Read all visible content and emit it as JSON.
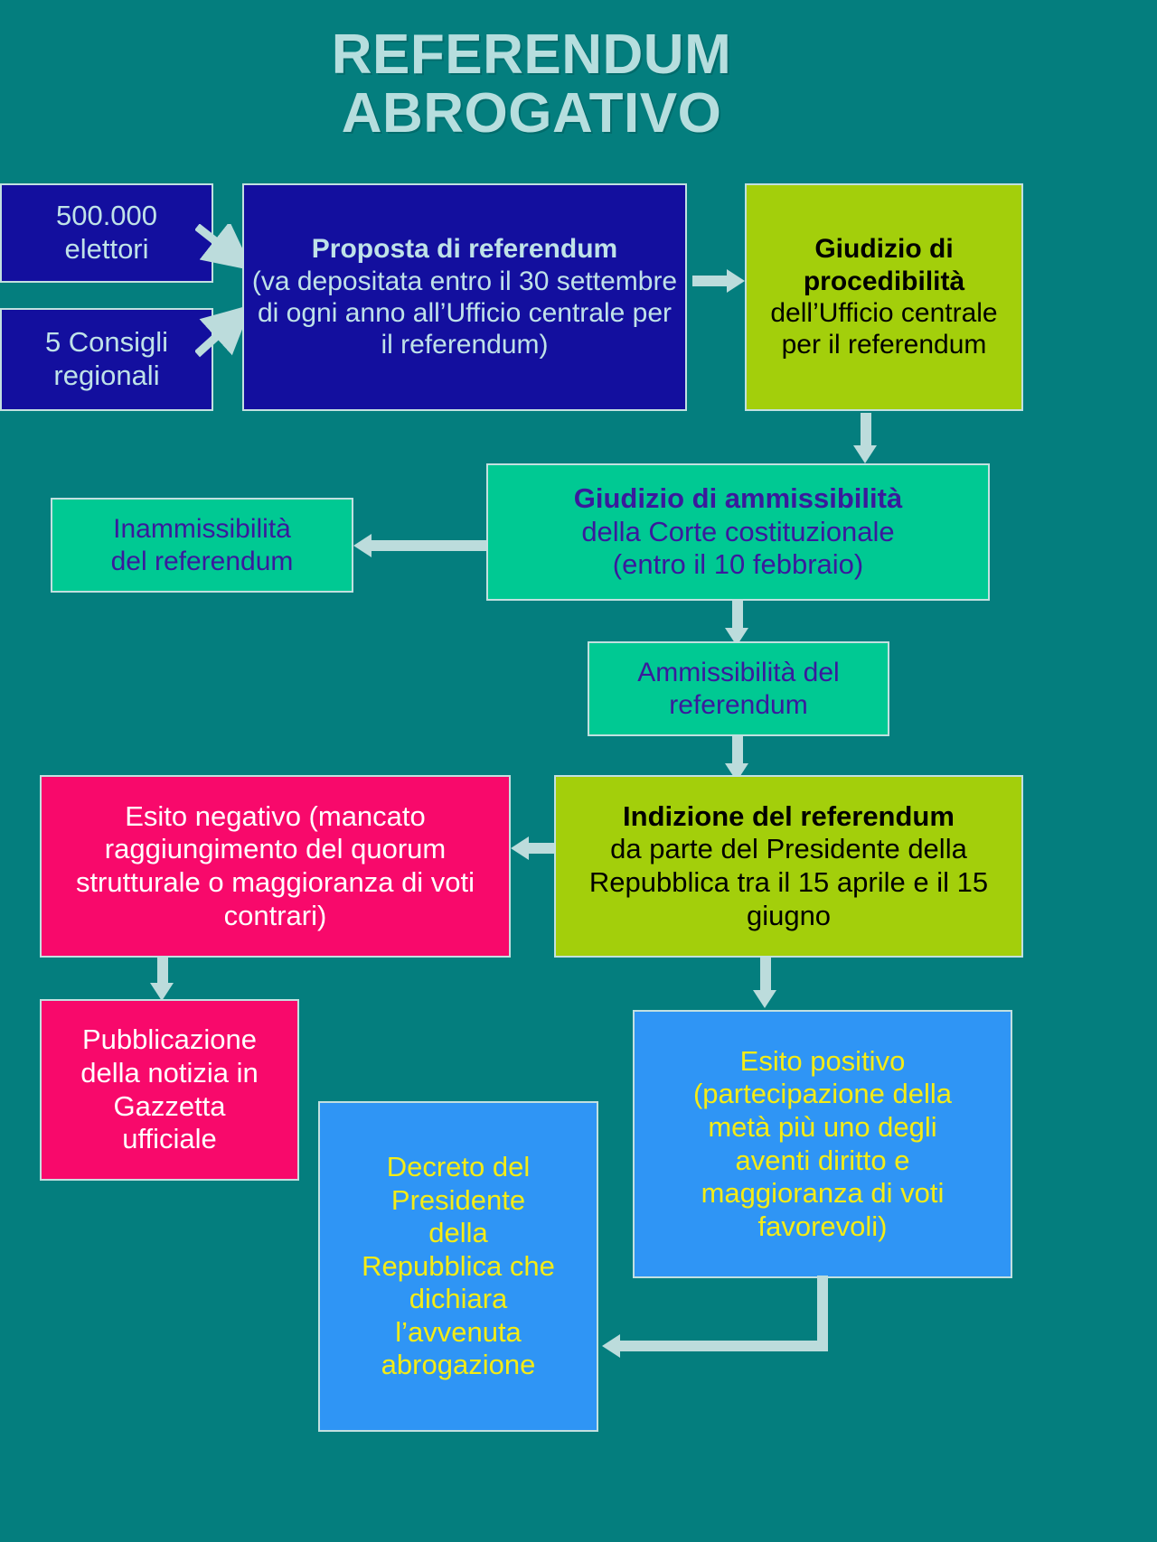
{
  "title": {
    "line1": "REFERENDUM",
    "line2": "ABROGATIVO"
  },
  "colors": {
    "background": "#047e7e",
    "title_text": "#b6dede",
    "navy_box": "#130f9e",
    "navy_text": "#bfe2e8",
    "lime_box": "#a3cf0b",
    "lime_text": "#000000",
    "spring_box": "#00c993",
    "spring_text": "#3a1a9c",
    "pink_box": "#f8096b",
    "pink_text": "#ffffff",
    "blue_box": "#2f95f5",
    "blue_text": "#f5ec15",
    "arrow": "#bcdcdc",
    "border": "#c2e0e0"
  },
  "nodes": {
    "electors": {
      "line1": "500.000",
      "line2": "elettori"
    },
    "regional_councils": {
      "line1": "5 Consigli",
      "line2": "regionali"
    },
    "proposal": {
      "heading": "Proposta di referendum",
      "body": "(va depositata  entro il 30 settembre di ogni anno all’Ufficio centrale per il referendum)"
    },
    "procedibility": {
      "heading": "Giudizio di procedibilità",
      "body": "dell’Ufficio centrale per il referendum"
    },
    "admissibility_judgment": {
      "heading": "Giudizio di ammissibilità",
      "body_line1": "della Corte costituzionale",
      "body_line2": "(entro il 10 febbraio)"
    },
    "inadmissibility": {
      "line1": "Inammissibilità",
      "line2": "del referendum"
    },
    "admissibility": {
      "line1": "Ammissibilità del",
      "line2": "referendum"
    },
    "negative_outcome": {
      "text": "Esito negativo (mancato raggiungimento del quorum strutturale o maggioranza di voti contrari)"
    },
    "calling": {
      "heading": "Indizione del referendum",
      "body": "da parte del Presidente della Repubblica tra il 15 aprile e il 15 giugno"
    },
    "publication": {
      "line1": "Pubblicazione",
      "line2": "della notizia in",
      "line3": "Gazzetta",
      "line4": "ufficiale"
    },
    "positive_outcome": {
      "line1": "Esito positivo",
      "line2": "(partecipazione della",
      "line3": "metà più uno degli",
      "line4": "aventi diritto e",
      "line5": "maggioranza di voti",
      "line6": "favorevoli)"
    },
    "decree": {
      "line1": "Decreto del",
      "line2": "Presidente",
      "line3": "della",
      "line4": "Repubblica che",
      "line5": "dichiara",
      "line6": "l’avvenuta",
      "line7": "abrogazione"
    }
  }
}
